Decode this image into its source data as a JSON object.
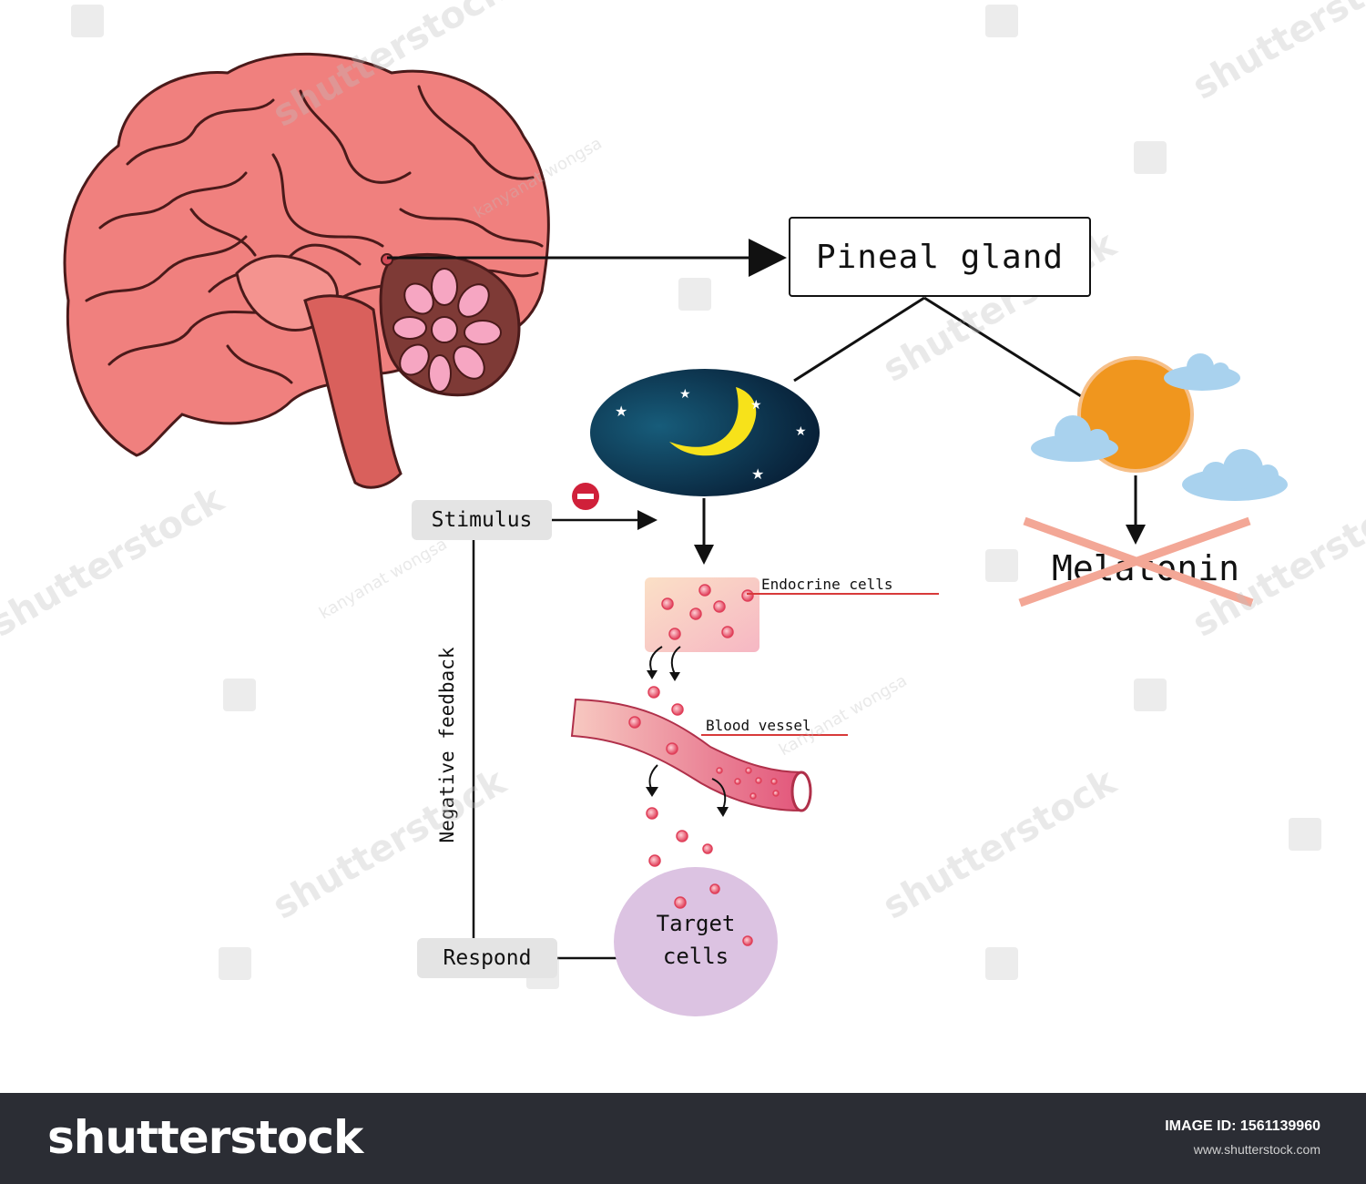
{
  "diagram": {
    "pineal_label": "Pineal gland",
    "stimulus_label": "Stimulus",
    "respond_label": "Respond",
    "feedback_label": "Negative feedback",
    "endocrine_label": "Endocrine cells",
    "blood_vessel_label": "Blood vessel",
    "target_line1": "Target",
    "target_line2": "cells",
    "melatonin_label": "Melatonin"
  },
  "watermark": {
    "brand": "shutterstock",
    "author": "kanyanat wongsa"
  },
  "footer": {
    "logo_text": "shutterstock",
    "image_id_label": "IMAGE ID: 1561139960",
    "url": "www.shutterstock.com"
  },
  "colors": {
    "brain": "#f0807e",
    "brain_outline": "#4a1a1a",
    "night_sky": "#0c3a55",
    "moon": "#f7e21a",
    "sun": "#f0961e",
    "cloud": "#a9d2ee",
    "cross": "#f3a796",
    "red_line": "#d83a3a",
    "target_cells": "#dcc3e2"
  }
}
